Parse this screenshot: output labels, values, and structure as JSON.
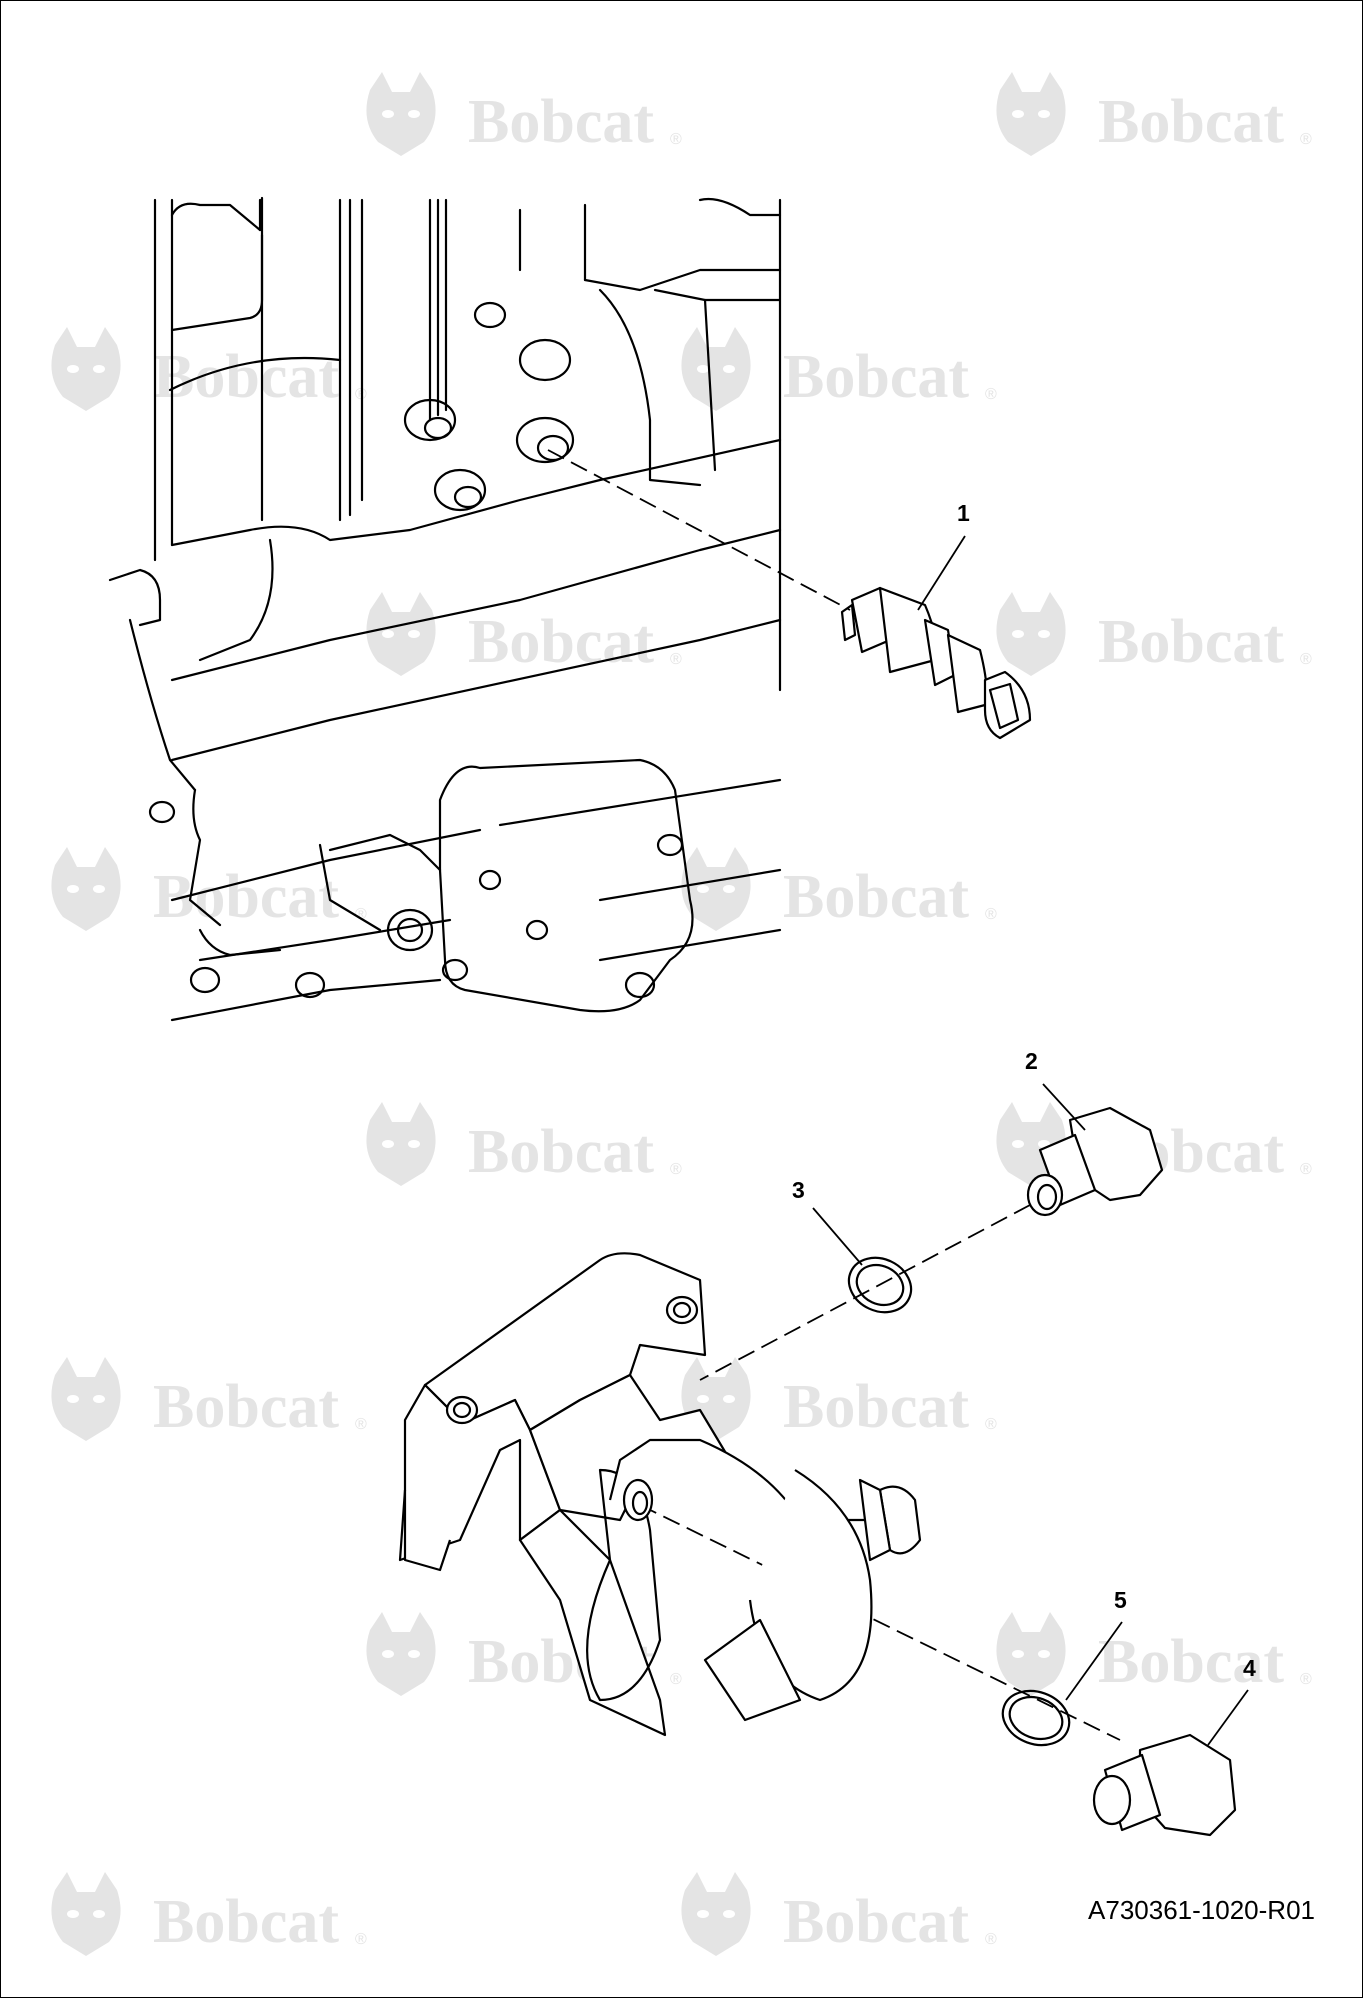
{
  "watermark": {
    "brand": "Bobcat",
    "reg_mark": "®",
    "color": "#e4e4e4"
  },
  "callouts": [
    {
      "id": "1",
      "label": "1"
    },
    {
      "id": "2",
      "label": "2"
    },
    {
      "id": "3",
      "label": "3"
    },
    {
      "id": "4",
      "label": "4"
    },
    {
      "id": "5",
      "label": "5"
    }
  ],
  "figure_id": "A730361-1020-R01",
  "colors": {
    "line": "#000000",
    "background": "#ffffff"
  }
}
